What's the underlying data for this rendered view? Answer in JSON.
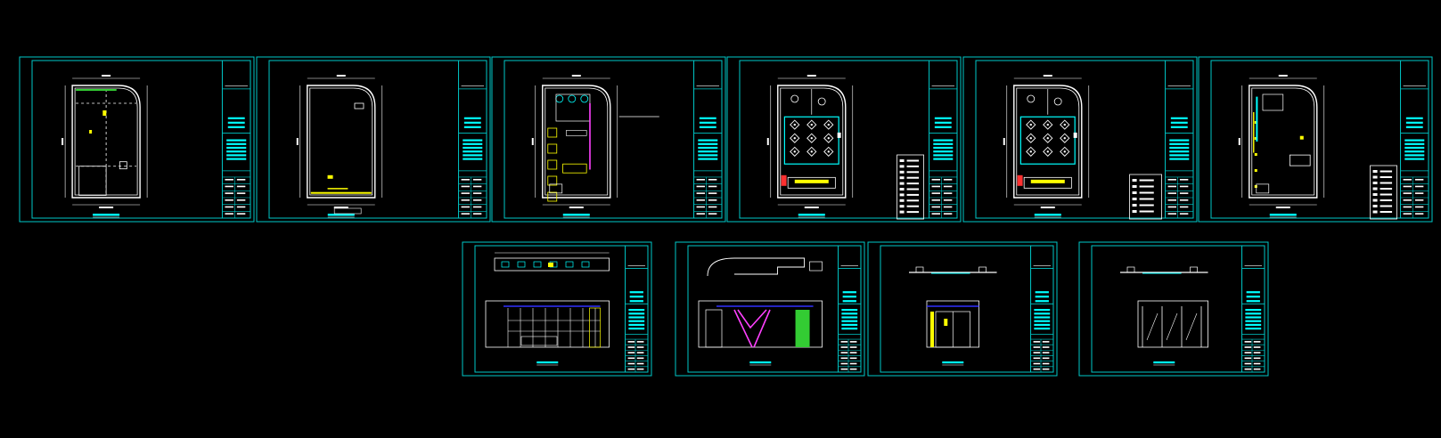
{
  "drawing": {
    "background": "#000000",
    "colors": {
      "frame": "#00C8C8",
      "line": "#FFFFFF",
      "accent": "#FFFF00",
      "cyan": "#00FFFF",
      "blue": "#3030FF",
      "magenta": "#FF40FF",
      "green": "#33CC33",
      "red": "#FF3030"
    },
    "top_row_sheets": [
      {
        "type": "floor-plan",
        "variant": "original"
      },
      {
        "type": "floor-plan",
        "variant": "wall"
      },
      {
        "type": "floor-plan",
        "variant": "furniture"
      },
      {
        "type": "ceiling-plan",
        "variant": "ceiling"
      },
      {
        "type": "ceiling-plan",
        "variant": "lighting"
      },
      {
        "type": "floor-plan",
        "variant": "electrical"
      }
    ],
    "bottom_row_sheets": [
      {
        "type": "elevation",
        "variant": "elevation-a"
      },
      {
        "type": "elevation",
        "variant": "elevation-b"
      },
      {
        "type": "elevation",
        "variant": "elevation-c"
      },
      {
        "type": "elevation",
        "variant": "elevation-d"
      }
    ]
  }
}
